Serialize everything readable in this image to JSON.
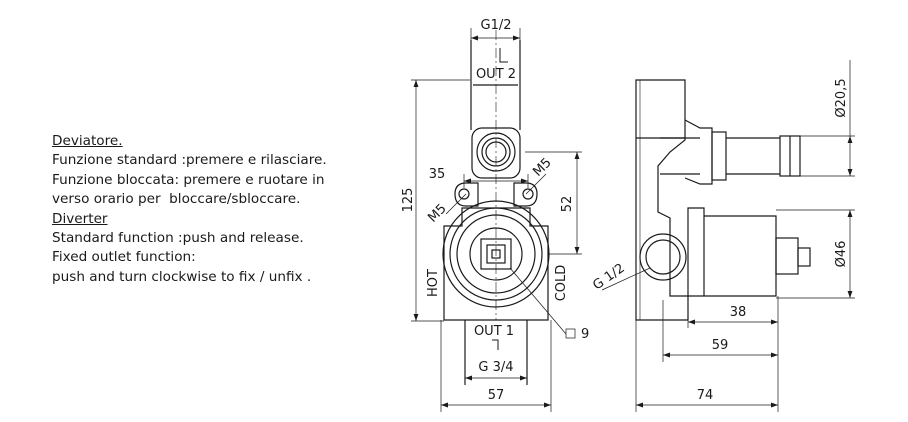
{
  "notes": {
    "heading_it": "Deviatore.",
    "line_it_1": "Funzione standard :premere e rilasciare.",
    "line_it_2": "Funzione bloccata: premere e ruotare in",
    "line_it_3": "verso orario per  bloccare/sbloccare.",
    "heading_en": "Diverter",
    "line_en_1": "Standard function :push and release.",
    "line_en_2": "Fixed outlet function:",
    "line_en_3": "push and turn clockwise to fix / unfix ."
  },
  "front_view": {
    "top_thread": "G1/2",
    "out_top": "OUT  2",
    "dim_height": "125",
    "dim_35": "35",
    "dim_52": "52",
    "thread_left": "M5",
    "thread_right": "M5",
    "label_hot": "HOT",
    "label_cold": "COLD",
    "out_bottom": "OUT 1",
    "bottom_thread": "G 3/4",
    "dim_width": "57",
    "callout": "9"
  },
  "side_view": {
    "dia_small": "Ø20,5",
    "dia_large": "Ø46",
    "side_thread": "G 1/2",
    "dim_38": "38",
    "dim_59": "59",
    "dim_74": "74"
  }
}
